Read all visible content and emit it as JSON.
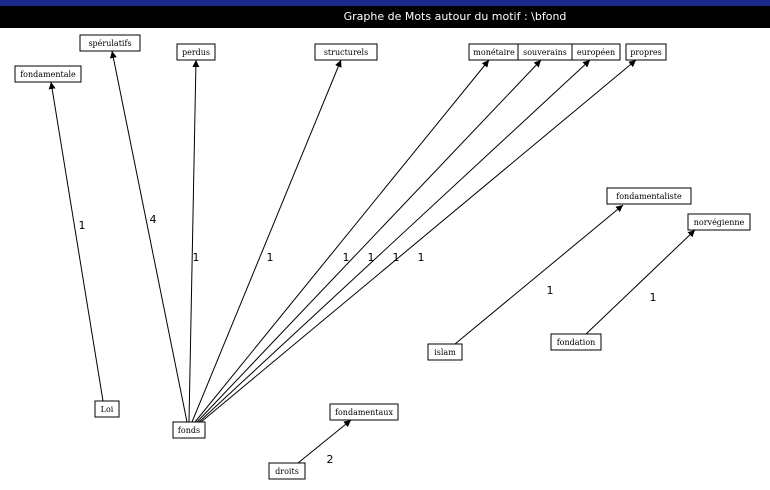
{
  "window": {
    "title": "Graphe de Mots autour du motif : \\bfond"
  },
  "graph": {
    "nodes": [
      {
        "id": "fondamentale",
        "label": "fondamentale"
      },
      {
        "id": "sperulatifs",
        "label": "spérulatifs"
      },
      {
        "id": "perdus",
        "label": "perdus"
      },
      {
        "id": "structurels",
        "label": "structurels"
      },
      {
        "id": "monetaire",
        "label": "monétaire"
      },
      {
        "id": "souverains",
        "label": "souverains"
      },
      {
        "id": "europeen",
        "label": "européen"
      },
      {
        "id": "propres",
        "label": "propres"
      },
      {
        "id": "fondamentaliste",
        "label": "fondamentaliste"
      },
      {
        "id": "norvegienne",
        "label": "norvégienne"
      },
      {
        "id": "islam",
        "label": "islam"
      },
      {
        "id": "fondation",
        "label": "fondation"
      },
      {
        "id": "loi",
        "label": "Loi"
      },
      {
        "id": "fonds",
        "label": "fonds"
      },
      {
        "id": "fondamentaux",
        "label": "fondamentaux"
      },
      {
        "id": "droits",
        "label": "droits"
      }
    ],
    "edges": [
      {
        "from": "loi",
        "to": "fondamentale",
        "weight": "1"
      },
      {
        "from": "fonds",
        "to": "sperulatifs",
        "weight": "4"
      },
      {
        "from": "fonds",
        "to": "perdus",
        "weight": "1"
      },
      {
        "from": "fonds",
        "to": "structurels",
        "weight": "1"
      },
      {
        "from": "fonds",
        "to": "monetaire",
        "weight": "1"
      },
      {
        "from": "fonds",
        "to": "souverains",
        "weight": "1"
      },
      {
        "from": "fonds",
        "to": "europeen",
        "weight": "1"
      },
      {
        "from": "fonds",
        "to": "propres",
        "weight": "1"
      },
      {
        "from": "islam",
        "to": "fondamentaliste",
        "weight": "1"
      },
      {
        "from": "fondation",
        "to": "norvegienne",
        "weight": "1"
      },
      {
        "from": "droits",
        "to": "fondamentaux",
        "weight": "2"
      }
    ]
  }
}
